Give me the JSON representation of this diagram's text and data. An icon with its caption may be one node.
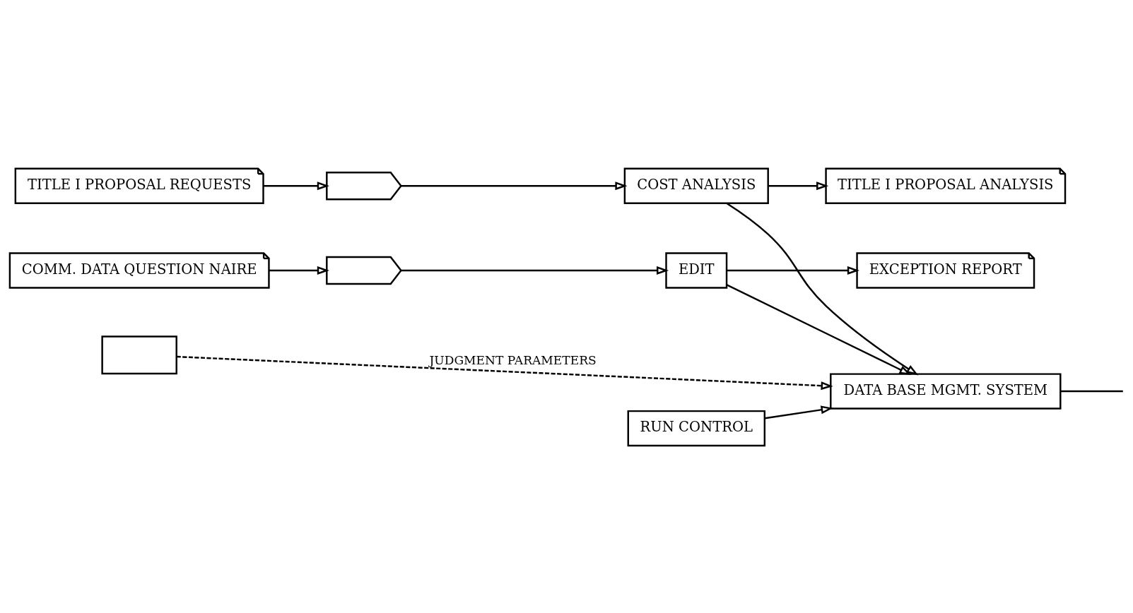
{
  "diagram": {
    "nodes": [
      {
        "text": [
          "TITLE I PROPOSAL REQUESTS"
        ]
      },
      {
        "text": [],
        "shape": "card"
      },
      {
        "text": [
          "COST ANALYSIS"
        ]
      },
      {
        "text": [
          "TITLE I PROPOSAL ANALYSIS"
        ]
      },
      {
        "text": [
          "COMM. DATA QUESTION NAIRE"
        ]
      },
      {
        "text": [],
        "shape": "card"
      },
      {
        "text": [
          "EDIT"
        ]
      },
      {
        "text": [
          "EXCEPTION REPORT"
        ]
      },
      {
        "text": [
          "DATA BASE MGMT. SYSTEM"
        ]
      },
      {
        "text": [],
        "shape": "box"
      },
      {
        "text": [
          "RUN CONTROL"
        ]
      }
    ],
    "edges": [
      {
        "from": 0,
        "to": 1,
        "arrow": "to"
      },
      {
        "from": 1,
        "to": 2,
        "arrow": "to"
      },
      {
        "from": 2,
        "to": 3,
        "arrow": "to"
      },
      {
        "from": 4,
        "to": 5,
        "arrow": "to"
      },
      {
        "from": 5,
        "to": 6,
        "arrow": "to"
      },
      {
        "from": 6,
        "to": 7,
        "arrow": "to"
      },
      {
        "from": 2,
        "to": 8,
        "arrow": "to"
      },
      {
        "from": 6,
        "to": 8,
        "arrow": "to"
      },
      {
        "from": 9,
        "to": 8,
        "arrow": "to",
        "label": "JUDGMENT PARAMETERS",
        "style": "dashed"
      },
      {
        "from": 10,
        "to": 8,
        "arrow": "to"
      },
      {
        "from": 8,
        "to": null,
        "arrow": "none"
      }
    ]
  }
}
